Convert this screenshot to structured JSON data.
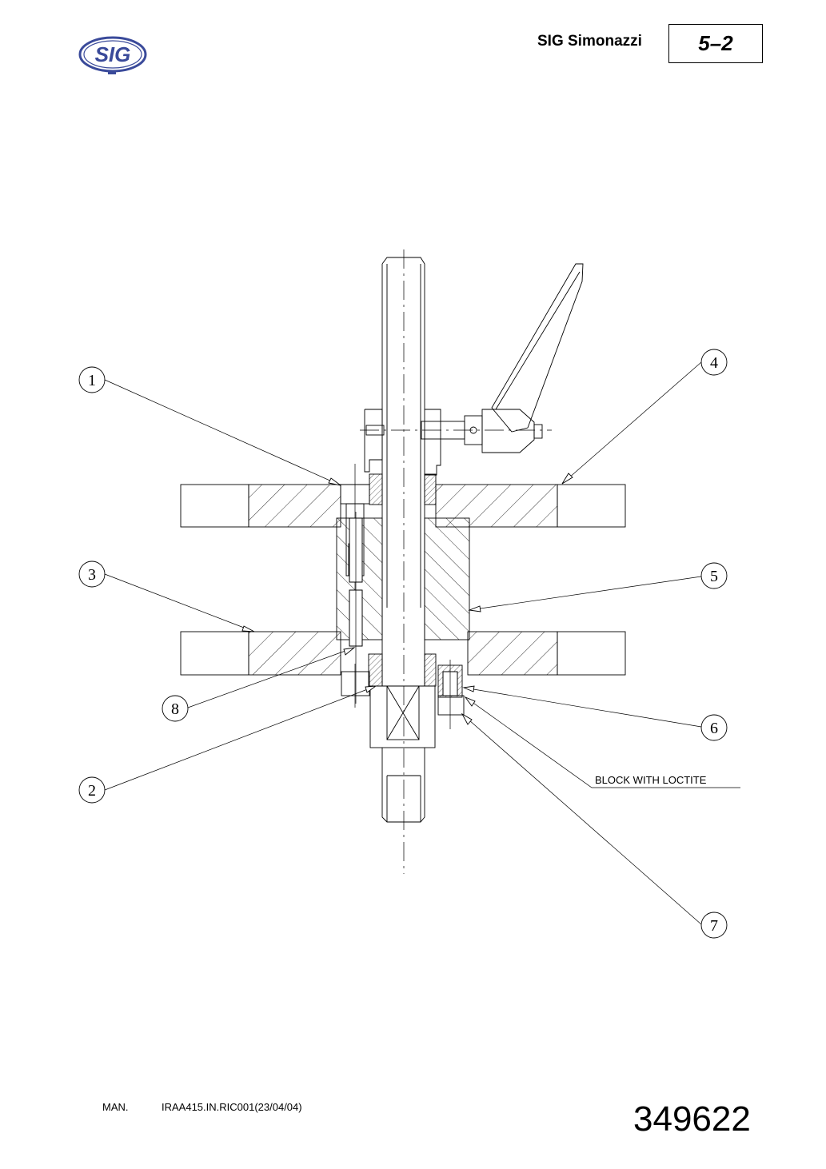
{
  "header": {
    "logo_text": "SIG",
    "brand": "SIG Simonazzi",
    "page_number": "5–2"
  },
  "callouts": [
    "1",
    "2",
    "3",
    "4",
    "5",
    "6",
    "7",
    "8"
  ],
  "annotation": "BLOCK WITH LOCTITE",
  "footer": {
    "man_label": "MAN.",
    "doc_ref": "IRAA415.IN.RIC001(23/04/04)",
    "code": "349622"
  },
  "colors": {
    "logo_blue": "#3a4a9a",
    "line": "#000000"
  }
}
